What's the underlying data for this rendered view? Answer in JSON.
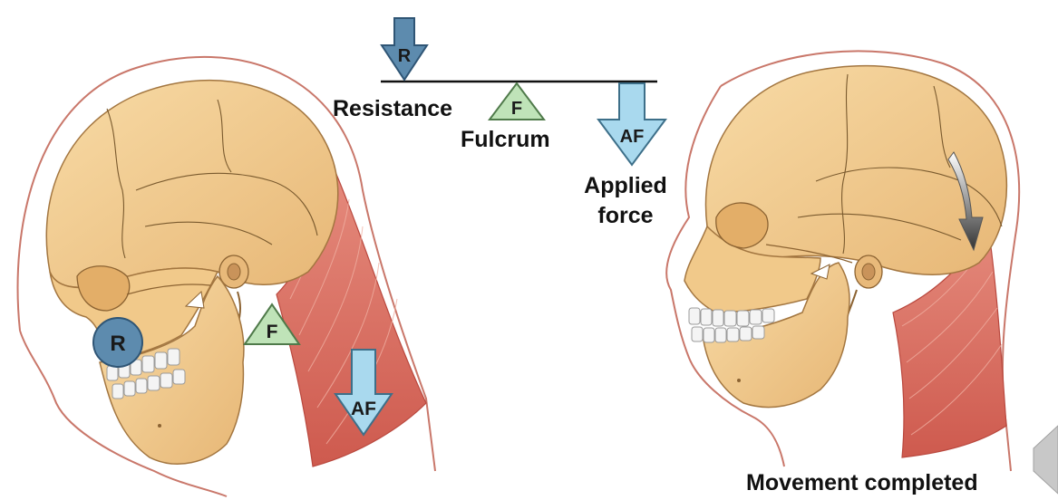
{
  "labels": {
    "resistance": "Resistance",
    "fulcrum": "Fulcrum",
    "applied_line1": "Applied",
    "applied_line2": "force",
    "movement": "Movement completed"
  },
  "markers": {
    "resistance": "R",
    "fulcrum": "F",
    "applied_force": "AF"
  },
  "colors": {
    "bone": "#F3CE92",
    "bone_shadow": "#D9A866",
    "muscle": "#D96A5E",
    "muscle_light": "#EDA090",
    "outline": "#C9776A",
    "resistance_marker": "#5D8BAE",
    "fulcrum_marker": "#BFE3B8",
    "applied_marker": "#A9D9EE",
    "text": "#111111"
  }
}
